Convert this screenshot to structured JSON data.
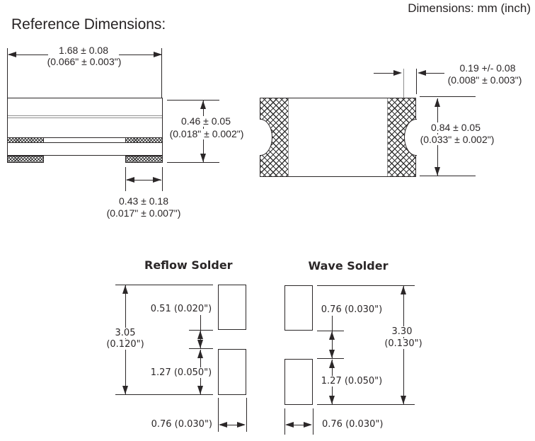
{
  "doc": {
    "units_note": "Dimensions: mm (inch)",
    "title": "Reference Dimensions:"
  },
  "side_view": {
    "body_width": {
      "mm": "1.68 ± 0.08",
      "inch": "(0.066\" ± 0.003\")"
    },
    "total_height": {
      "mm": "0.46 ± 0.05",
      "inch": "(0.018\" ± 0.002\")"
    },
    "terminal_length": {
      "mm": "0.43 ± 0.18",
      "inch": "(0.017\" ± 0.007\")"
    }
  },
  "end_view": {
    "terminal_thickness": {
      "mm": "0.19 +/- 0.08",
      "inch": "(0.008\" ± 0.003\")"
    },
    "body_height": {
      "mm": "0.84 ± 0.05",
      "inch": "(0.033\" ± 0.002\")"
    }
  },
  "reflow_solder": {
    "heading": "Reflow Solder",
    "pad_gap": "0.51 (0.020\")",
    "overall_mm": "3.05",
    "overall_inch": "(0.120\")",
    "pad_length": "1.27 (0.050\")",
    "pad_width": "0.76 (0.030\")"
  },
  "wave_solder": {
    "heading": "Wave Solder",
    "pad_gap": "0.76 (0.030\")",
    "overall_mm": "3.30",
    "overall_inch": "(0.130\")",
    "pad_length": "1.27 (0.050\")",
    "pad_width": "0.76 (0.030\")"
  }
}
